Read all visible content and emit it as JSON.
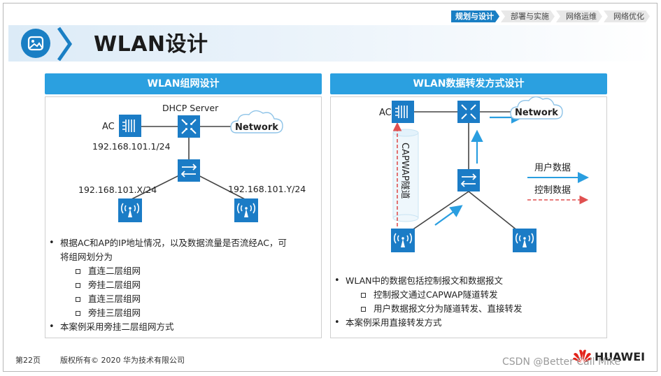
{
  "header": {
    "title": "WLAN设计",
    "stages": [
      {
        "label": "规划与设计",
        "active": true
      },
      {
        "label": "部署与实施",
        "active": false
      },
      {
        "label": "网络运维",
        "active": false
      },
      {
        "label": "网络优化",
        "active": false
      }
    ]
  },
  "left_panel": {
    "title": "WLAN组网设计",
    "diagram": {
      "ac_label": "AC",
      "dhcp_label": "DHCP Server",
      "network_label": "Network",
      "ac_ip": "192.168.101.1/24",
      "ap_left_ip": "192.168.101.X/24",
      "ap_right_ip": "192.168.101.Y/24"
    },
    "bullets": {
      "b1_line1": "根据AC和AP的IP地址情况，以及数据流量是否流经AC，可",
      "b1_line2": "将组网划分为",
      "sub1": "直连二层组网",
      "sub2": "旁挂二层组网",
      "sub3": "直连三层组网",
      "sub4": "旁挂三层组网",
      "b2": "本案例采用旁挂二层组网方式"
    }
  },
  "right_panel": {
    "title": "WLAN数据转发方式设计",
    "diagram": {
      "ac_label": "AC",
      "network_label": "Network",
      "tunnel_label": "CAPWAP隧道",
      "legend_user": "用户数据",
      "legend_control": "控制数据",
      "color_user": "#2a9ee0",
      "color_control": "#e05050"
    },
    "bullets": {
      "b1": "WLAN中的数据包括控制报文和数据报文",
      "sub1": "控制报文通过CAPWAP隧道转发",
      "sub2": "用户数据报文分为隧道转发、直接转发",
      "b2": "本案例采用直接转发方式"
    }
  },
  "footer": {
    "page": "第22页",
    "copyright": "版权所有© 2020 华为技术有限公司",
    "brand": "HUAWEI",
    "watermark": "CSDN @Better Call Mike"
  },
  "colors": {
    "accent": "#1a7fc4",
    "panel_header": "#2ba0e0",
    "device": "#1b7cc6"
  }
}
